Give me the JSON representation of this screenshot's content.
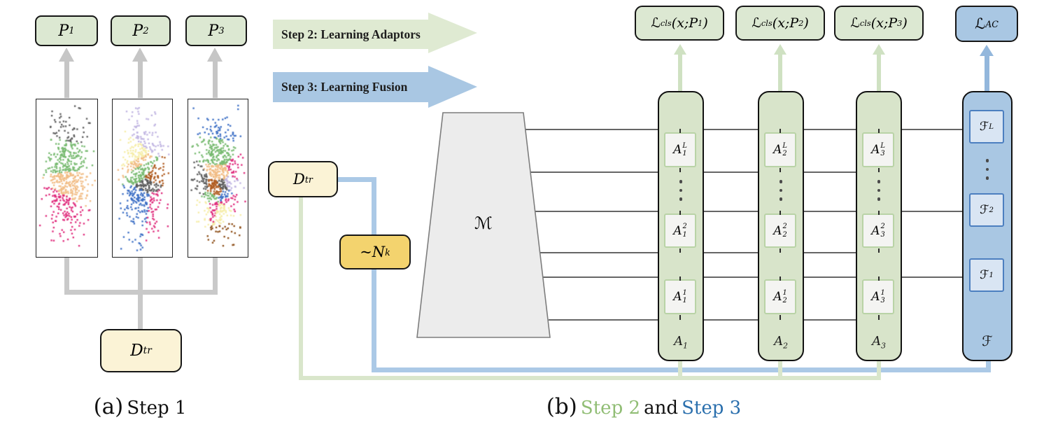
{
  "colors": {
    "green_fill": "#dce8d2",
    "green_column": "#d8e4ca",
    "blue_fill": "#a9c7e3",
    "blue_inner": "#d9e5f3",
    "blue_inner_border": "#4c7fc0",
    "cream": "#fbf3d6",
    "gold": "#f3d36e",
    "trapezoid": "#ececec",
    "feature_line": "#666666",
    "route_blue": "#abc9e6",
    "route_green": "#d9e6cb",
    "banner_green": "#dfead2",
    "banner_blue": "#a9c7e3",
    "caption_green": "#90bd74",
    "caption_blue": "#2a6fad",
    "gray_arrow": "#c6c6c6",
    "pale_green_arrow": "#cfe1c2",
    "blue_arrow": "#93b7dc",
    "cell_fill": "#f4f4f2",
    "cell_border": "#b9d3a6"
  },
  "banners": [
    {
      "label": "Step 2: Learning Adaptors"
    },
    {
      "label": "Step 3: Learning Fusion"
    }
  ],
  "captions": {
    "a_tag": "(a)",
    "a_text": "Step 1",
    "b_tag": "(b)",
    "b_green": "Step 2",
    "b_mid": "and",
    "b_blue": "Step 3"
  },
  "math": {
    "p1": [
      [
        "P",
        "i"
      ],
      [
        "1",
        "d"
      ]
    ],
    "p2": [
      [
        "P",
        "i"
      ],
      [
        "2",
        "d"
      ]
    ],
    "p3": [
      [
        "P",
        "i"
      ],
      [
        "3",
        "d"
      ]
    ],
    "dtr_a": [
      [
        "D",
        "i"
      ],
      [
        "tr",
        "d"
      ]
    ],
    "dtr_b": [
      [
        "D",
        "i"
      ],
      [
        "tr",
        "d"
      ]
    ],
    "nk": [
      [
        "~ ",
        "n"
      ],
      [
        "N",
        "i"
      ],
      [
        "k",
        "d"
      ]
    ],
    "m": [
      [
        "ℳ",
        "n"
      ]
    ],
    "loss1": [
      [
        "ℒ",
        "n"
      ],
      [
        "cls",
        "d"
      ],
      [
        "(x; ",
        "n"
      ],
      [
        "P",
        "i"
      ],
      [
        "1",
        "d"
      ],
      [
        ")",
        "n"
      ]
    ],
    "loss2": [
      [
        "ℒ",
        "n"
      ],
      [
        "cls",
        "d"
      ],
      [
        "(x; ",
        "n"
      ],
      [
        "P",
        "i"
      ],
      [
        "2",
        "d"
      ],
      [
        ")",
        "n"
      ]
    ],
    "loss3": [
      [
        "ℒ",
        "n"
      ],
      [
        "cls",
        "d"
      ],
      [
        "(x; ",
        "n"
      ],
      [
        "P",
        "i"
      ],
      [
        "3",
        "d"
      ],
      [
        ")",
        "n"
      ]
    ],
    "lac": [
      [
        "ℒ",
        "n"
      ],
      [
        "AC",
        "d"
      ]
    ],
    "a1L": [
      [
        "A",
        "i"
      ],
      [
        "L|1",
        "ud"
      ]
    ],
    "a12": [
      [
        "A",
        "i"
      ],
      [
        "2|1",
        "ud"
      ]
    ],
    "a11": [
      [
        "A",
        "i"
      ],
      [
        "1|1",
        "ud"
      ]
    ],
    "a2L": [
      [
        "A",
        "i"
      ],
      [
        "L|2",
        "ud"
      ]
    ],
    "a22": [
      [
        "A",
        "i"
      ],
      [
        "2|2",
        "ud"
      ]
    ],
    "a21": [
      [
        "A",
        "i"
      ],
      [
        "1|2",
        "ud"
      ]
    ],
    "a3L": [
      [
        "A",
        "i"
      ],
      [
        "L|3",
        "ud"
      ]
    ],
    "a32": [
      [
        "A",
        "i"
      ],
      [
        "2|3",
        "ud"
      ]
    ],
    "a31": [
      [
        "A",
        "i"
      ],
      [
        "1|3",
        "ud"
      ]
    ],
    "colA1": [
      [
        "A",
        "i"
      ],
      [
        "1",
        "d"
      ]
    ],
    "colA2": [
      [
        "A",
        "i"
      ],
      [
        "2",
        "d"
      ]
    ],
    "colA3": [
      [
        "A",
        "i"
      ],
      [
        "3",
        "d"
      ]
    ],
    "fL": [
      [
        "ℱ",
        "n"
      ],
      [
        "L",
        "u"
      ]
    ],
    "f2": [
      [
        "ℱ",
        "n"
      ],
      [
        "2",
        "u"
      ]
    ],
    "f1": [
      [
        "ℱ",
        "n"
      ],
      [
        "1",
        "u"
      ]
    ],
    "fLbl": [
      [
        "ℱ",
        "n"
      ]
    ]
  },
  "panels": {
    "items": [
      {
        "name": "partition-k4",
        "seed": 11,
        "clusters": 4,
        "points": 560,
        "palette": [
          "#76b96f",
          "#5b5b5b",
          "#df2a7b",
          "#f1bd85"
        ]
      },
      {
        "name": "partition-k8",
        "seed": 29,
        "clusters": 8,
        "points": 610,
        "palette": [
          "#b05c20",
          "#f1bd85",
          "#df2a7b",
          "#76b96f",
          "#5b5b5b",
          "#3c6fc5",
          "#c0b4e2",
          "#f6eda6"
        ]
      },
      {
        "name": "partition-k16",
        "seed": 53,
        "clusters": 15,
        "points": 730,
        "palette": [
          "#8a4a12",
          "#5b5b5b",
          "#df2a7b",
          "#f1bd85",
          "#3c6fc5",
          "#c0b4e2",
          "#76b96f",
          "#f6eda6",
          "#b05c20",
          "#df2a7b",
          "#f6eda6",
          "#3c6fc5",
          "#5b5b5b",
          "#76b96f",
          "#df2a7b"
        ]
      }
    ]
  }
}
